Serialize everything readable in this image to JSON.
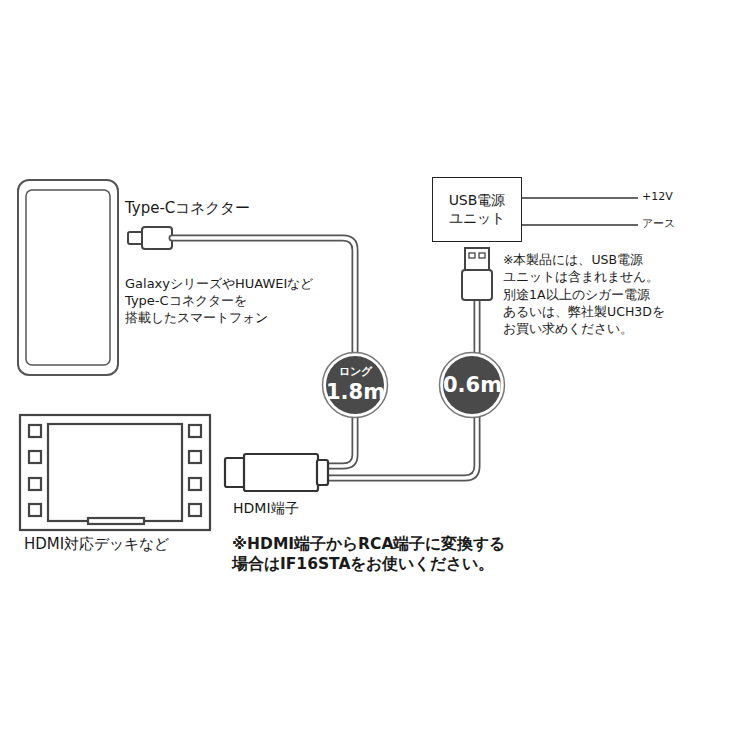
{
  "diagram": {
    "nodes": [
      {
        "text": [
          "USB電源 ユニット"
        ]
      },
      {
        "text": [
          "ロング",
          "1.8m"
        ]
      },
      {
        "text": [
          "0.6m"
        ]
      }
    ],
    "labels": [
      "Type-Cコネクター",
      "GalaxyシリーズやHUAWEIなど Type-Cコネクターを 搭載したスマートフォン",
      "HDMI対応デッキなど",
      "HDMI端子",
      "+12V",
      "アース",
      "※本製品には、USB電源 ユニットは含まれません。 別途1A以上のシガー電源 あるいは、弊社製UCH3Dを お買い求めください。",
      "※HDMI端子からRCA端子に変換する 場合はIF16STAをお使いください。"
    ]
  }
}
